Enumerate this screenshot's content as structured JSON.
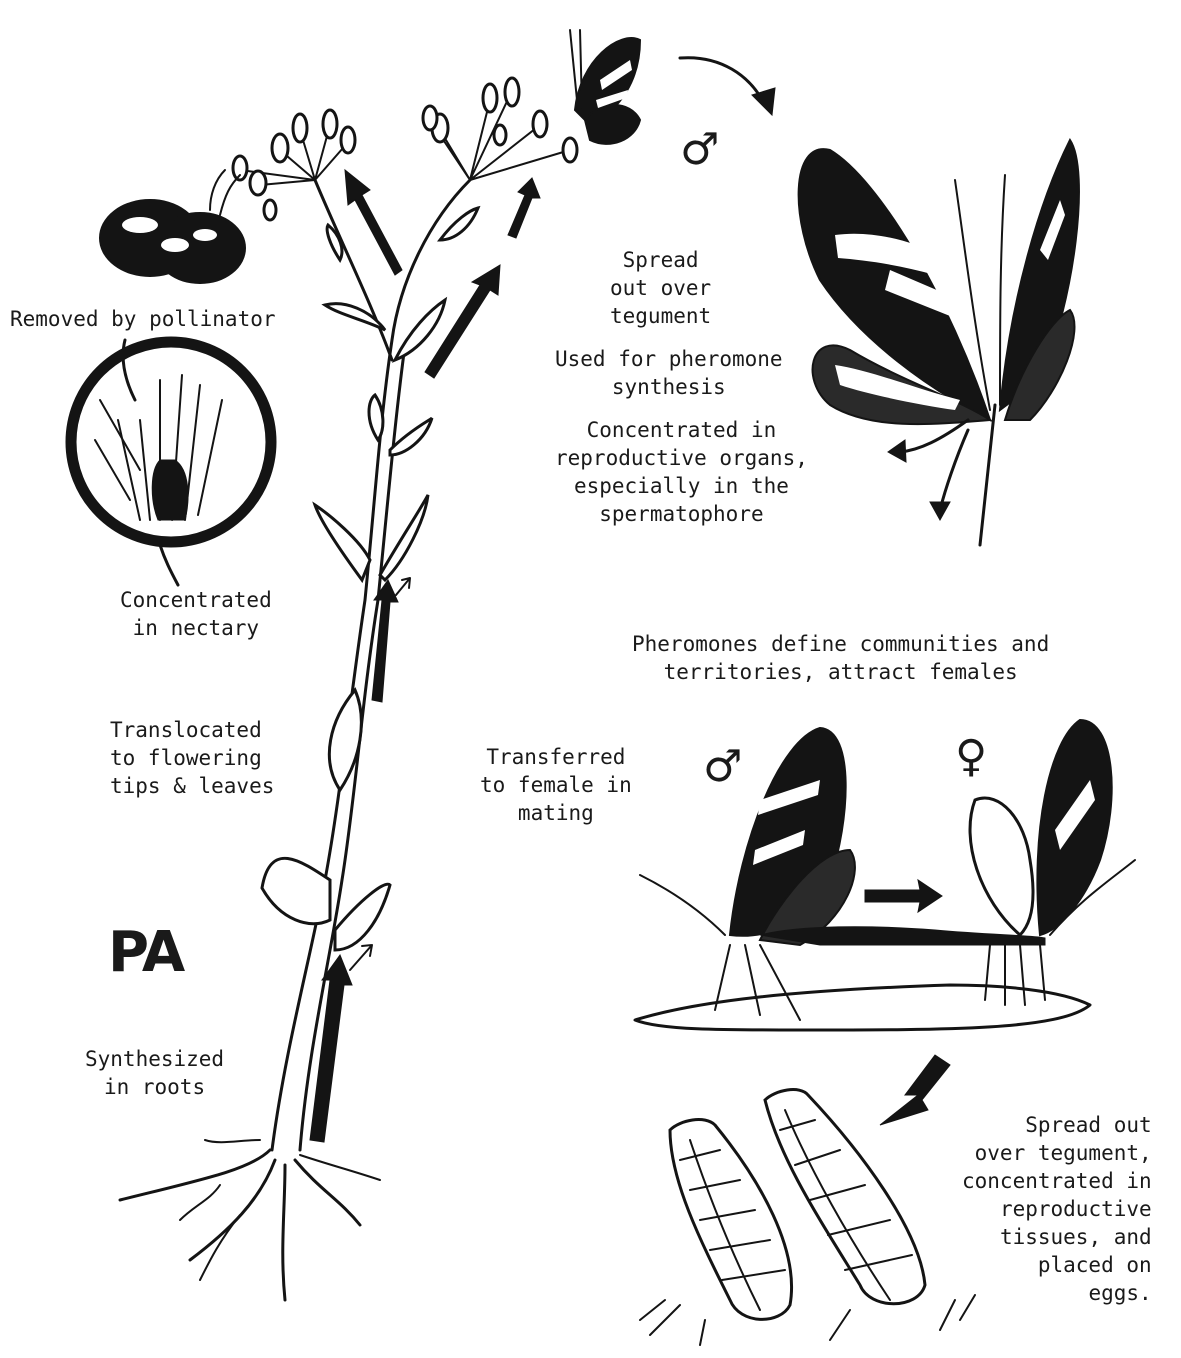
{
  "diagram": {
    "label_pa": "PA",
    "male_symbol": "♂",
    "female_symbol": "♀",
    "labels": {
      "removed_by_pollinator": "Removed by pollinator",
      "concentrated_in_nectary": "Concentrated\nin nectary",
      "translocated": "Translocated\nto flowering\ntips & leaves",
      "synthesized_in_roots": "Synthesized\nin roots",
      "spread_over_tegument": "Spread\nout over\ntegument",
      "pheromone_synthesis": "Used for pheromone\nsynthesis",
      "reproductive_organs": "Concentrated in\nreproductive organs,\nespecially in the\nspermatophore",
      "pheromones_define": "Pheromones define communities and\nterritories, attract females",
      "transferred_to_female": "Transferred\nto female in\nmating",
      "spread_eggs": "Spread out\nover tegument,\nconcentrated in\nreproductive\ntissues, and\nplaced on\neggs."
    }
  }
}
